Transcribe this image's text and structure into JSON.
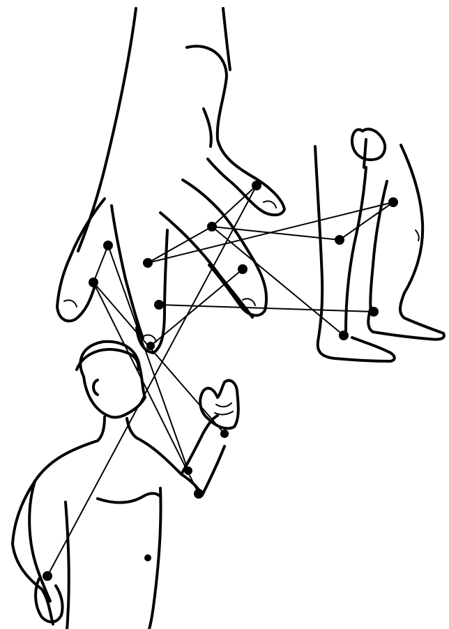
{
  "diagram": {
    "type": "line-drawing",
    "subjects": [
      "hand",
      "legs",
      "torso"
    ],
    "ink_color": "#000000",
    "background_color": "#ffffff",
    "point_count": 17,
    "connection_count": 13
  }
}
